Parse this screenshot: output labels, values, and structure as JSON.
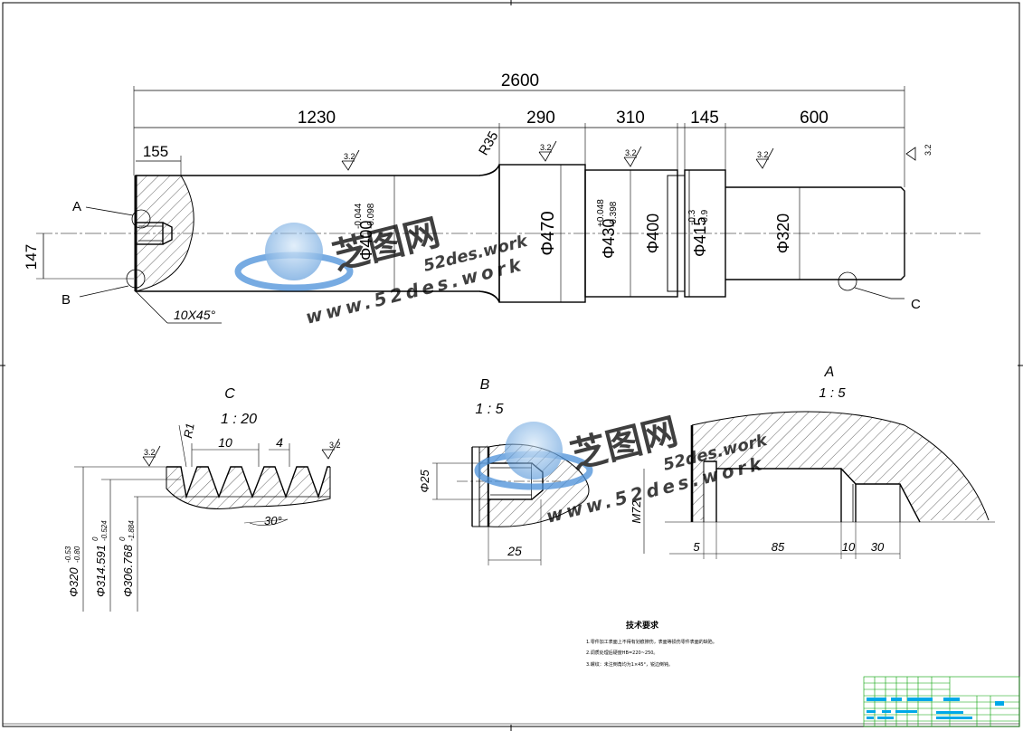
{
  "drawing": {
    "overall_length": "2600",
    "segments": [
      "1230",
      "290",
      "310",
      "145",
      "600"
    ],
    "bore_depth": "155",
    "radius": "R35",
    "end_offset": "147",
    "chamfer": "10X45°",
    "roughness": "3.2",
    "roughness_side": "3.2",
    "diameters": {
      "d400_main": "Φ400",
      "d400_tol_upper": "-0.044",
      "d400_tol_lower": "-0.098",
      "d470": "Φ470",
      "d430": "Φ430",
      "d430_tol_upper": "+0.048",
      "d430_tol_lower": "-0.398",
      "d400": "Φ400",
      "d415": "Φ415",
      "d415_tol_upper": "-0.3",
      "d415_tol_lower": "-0.9",
      "d320": "Φ320"
    },
    "view_labels": {
      "a": "A",
      "b": "B",
      "c": "C"
    }
  },
  "detail_c": {
    "title": "C",
    "scale": "1 : 20",
    "radius": "R1",
    "pitch": "10",
    "width": "4",
    "angle": "30°",
    "roughness": "3.2",
    "diameters": [
      {
        "value": "Φ320",
        "tol_upper": "-0.53",
        "tol_lower": "-0.80"
      },
      {
        "value": "Φ314.591",
        "tol_upper": "0",
        "tol_lower": "-0.524"
      },
      {
        "value": "Φ306.768",
        "tol_upper": "0",
        "tol_lower": "-1.884"
      }
    ]
  },
  "detail_b": {
    "title": "B",
    "scale": "1 : 5",
    "diameter": "Φ25",
    "depth": "25"
  },
  "detail_a": {
    "title": "A",
    "scale": "1 : 5",
    "thread": "M72",
    "dims": [
      "5",
      "85",
      "10",
      "30"
    ]
  },
  "notes": {
    "title": "技术要求",
    "lines": [
      "1.零件加工表面上不得有划痕擦伤，表面等损伤零件表面的缺陷。",
      "2.调质处理后硬度HB=220~250。",
      "3.螺纹：未注倒角均为1×45°，锐边倒钝。"
    ]
  },
  "watermark": {
    "brand": "芝图网",
    "site": "52des.work",
    "url": "www.52des.work"
  },
  "colors": {
    "line": "#000000",
    "title_block": "#00a000",
    "title_fill": "#00a8e8",
    "watermark_blue": "#4a90d9"
  }
}
